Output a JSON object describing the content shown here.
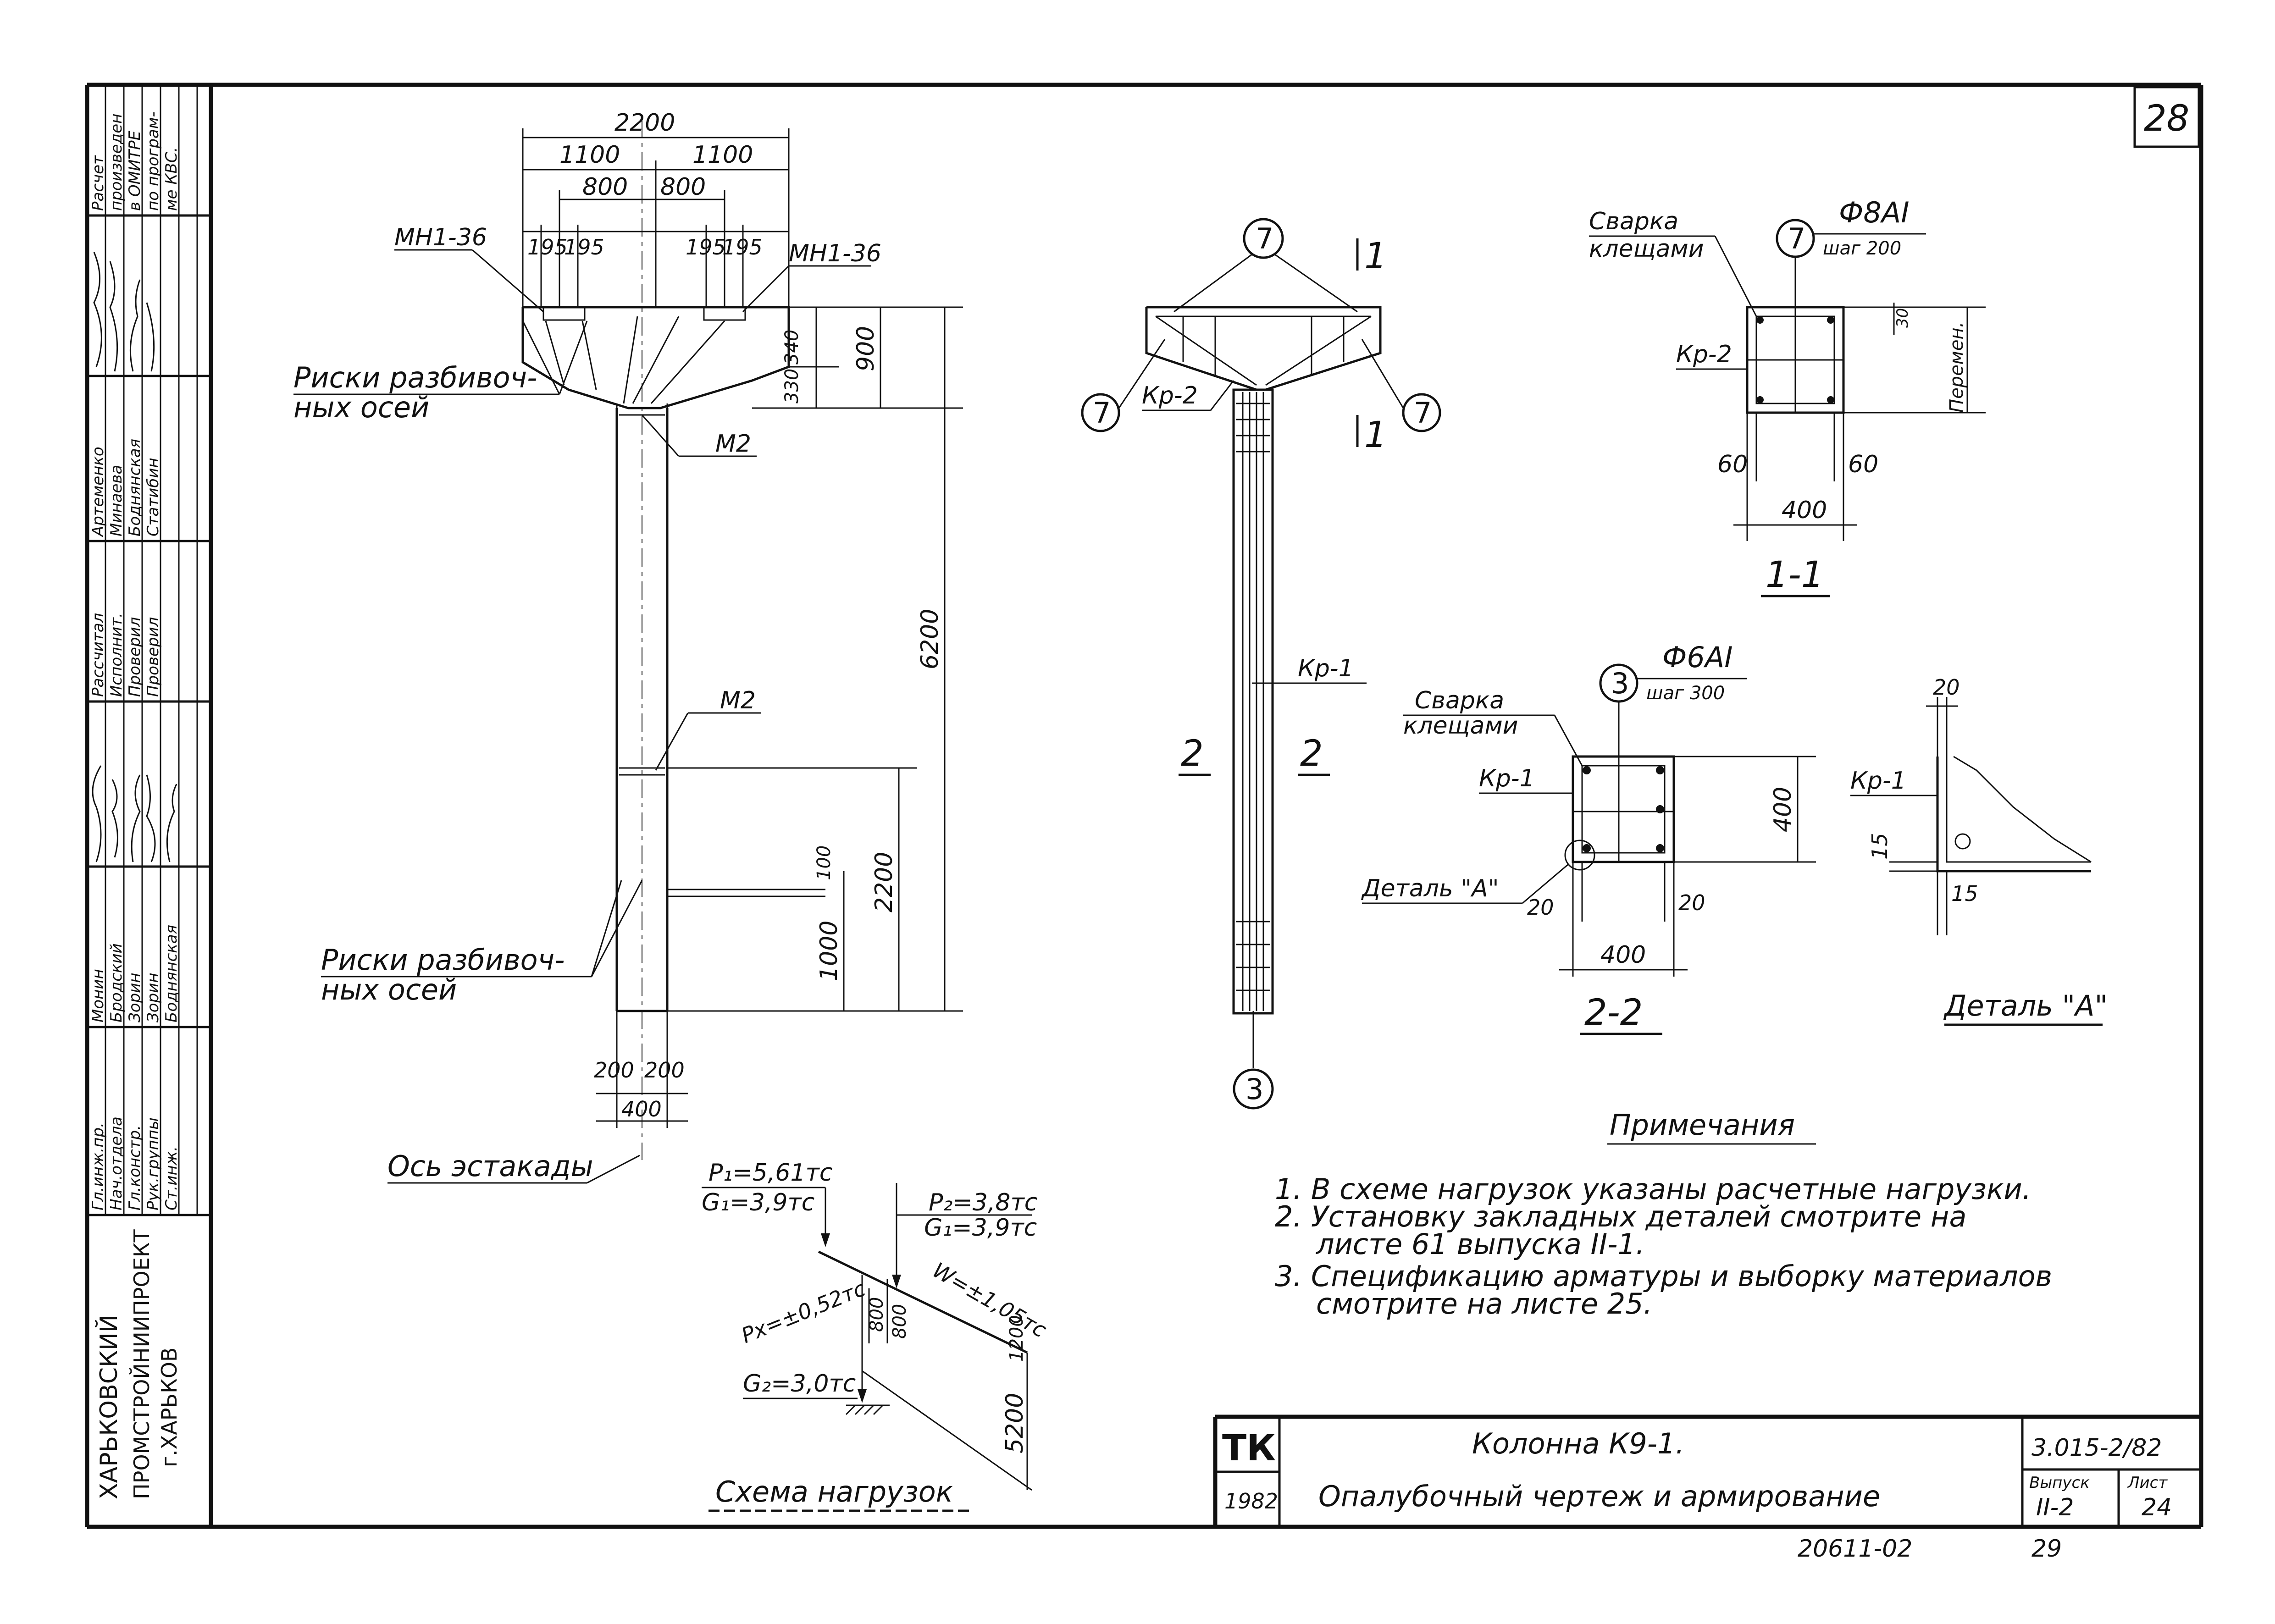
{
  "sheet_number": "28",
  "title_block": {
    "org_line1": "ХАРЬКОВСКИЙ",
    "org_line2": "ПРОМСТРОЙНИИПРОЕКТ",
    "org_line3": "г.ХАРЬКОВ",
    "tk": "ТК",
    "year": "1982",
    "title_line1": "Колонна К9-1.",
    "title_line2": "Опалубочный чертеж и армирование",
    "code": "3.015-2/82",
    "vypusk_label": "Выпуск",
    "vypusk_value": "II-2",
    "list_label": "Лист",
    "list_value": "24",
    "archive": "20611-02",
    "archive_sheet": "29"
  },
  "stamp": {
    "roles": [
      "Гл.инж.пр.",
      "Нач.отдела",
      "Гл.констр.",
      "Рук.группы",
      "Ст.инж."
    ],
    "names": [
      "Монин",
      "Бродский",
      "Зорин",
      "Зорин",
      "Боднянская"
    ],
    "roles2": [
      "Рассчитал",
      "Исполнит.",
      "Проверил",
      "Проверил"
    ],
    "names2": [
      "Артеменко",
      "Минаева",
      "Боднянская",
      "Статибин"
    ],
    "note": [
      "Расчет",
      "произведен",
      "в ОМИТРЕ",
      "по програм-",
      "ме КВС."
    ]
  },
  "elevation": {
    "dim_total": "2200",
    "dim_half_left": "1100",
    "dim_half_right": "1100",
    "dim_800_left": "800",
    "dim_800_right": "800",
    "dim_195": [
      "195",
      "195",
      "195",
      "195"
    ],
    "label_mn_left": "МН1-36",
    "label_mn_right": "МН1-36",
    "risk_line1": "Риски разбивоч-",
    "risk_line2": "ных осей",
    "label_m2_top": "М2",
    "label_m2_mid": "М2",
    "dim_340": "340",
    "dim_330": "330",
    "dim_900": "900",
    "dim_6200": "6200",
    "dim_2200": "2200",
    "dim_100": "100",
    "dim_1000": "1000",
    "dim_200_left": "200",
    "dim_200_right": "200",
    "dim_400": "400",
    "axis_label": "Ось эстакады"
  },
  "rebar_view": {
    "pos7": "7",
    "pos3": "3",
    "kr2": "Кр-2",
    "kr1": "Кр-1",
    "cut1": "1",
    "cut2": "2"
  },
  "section_11": {
    "title": "1-1",
    "welding_line1": "Сварка",
    "welding_line2": "клещами",
    "pos": "7",
    "bar": "Ф8АI",
    "step": "шаг 200",
    "kr": "Кр-2",
    "dim_30": "30",
    "dim_var": "Перемен.",
    "dim_60_left": "60",
    "dim_60_right": "60",
    "dim_400": "400"
  },
  "section_22": {
    "title": "2-2",
    "welding_line1": "Сварка",
    "welding_line2": "клещами",
    "pos": "3",
    "bar": "Ф6АI",
    "step": "шаг 300",
    "kr": "Кр-1",
    "detail": "Деталь \"А\"",
    "dim_20_left": "20",
    "dim_20_right": "20",
    "dim_400_h": "400",
    "dim_400_v": "400"
  },
  "detail_a": {
    "title": "Деталь \"А\"",
    "kr": "Кр-1",
    "dim_20": "20",
    "dim_15_a": "15",
    "dim_15_b": "15"
  },
  "loads": {
    "title": "Схема нагрузок",
    "p1": "P₁=5,61тс",
    "g1_left": "G₁=3,9тс",
    "p2": "P₂=3,8тс",
    "g1_right": "G₁=3,9тс",
    "w": "W=±1,05тс",
    "px": "Pх=±0,52тс",
    "g2": "G₂=3,0тс",
    "dim_800_a": "800",
    "dim_800_b": "800",
    "dim_1200": "1200",
    "dim_5200": "5200"
  },
  "notes": {
    "title": "Примечания",
    "items": [
      "1. В схеме нагрузок указаны расчетные нагрузки.",
      "2. Установку закладных деталей смотрите на",
      "листе 61 выпуска II-1.",
      "3. Спецификацию арматуры и выборку материалов",
      "смотрите на листе 25."
    ]
  }
}
